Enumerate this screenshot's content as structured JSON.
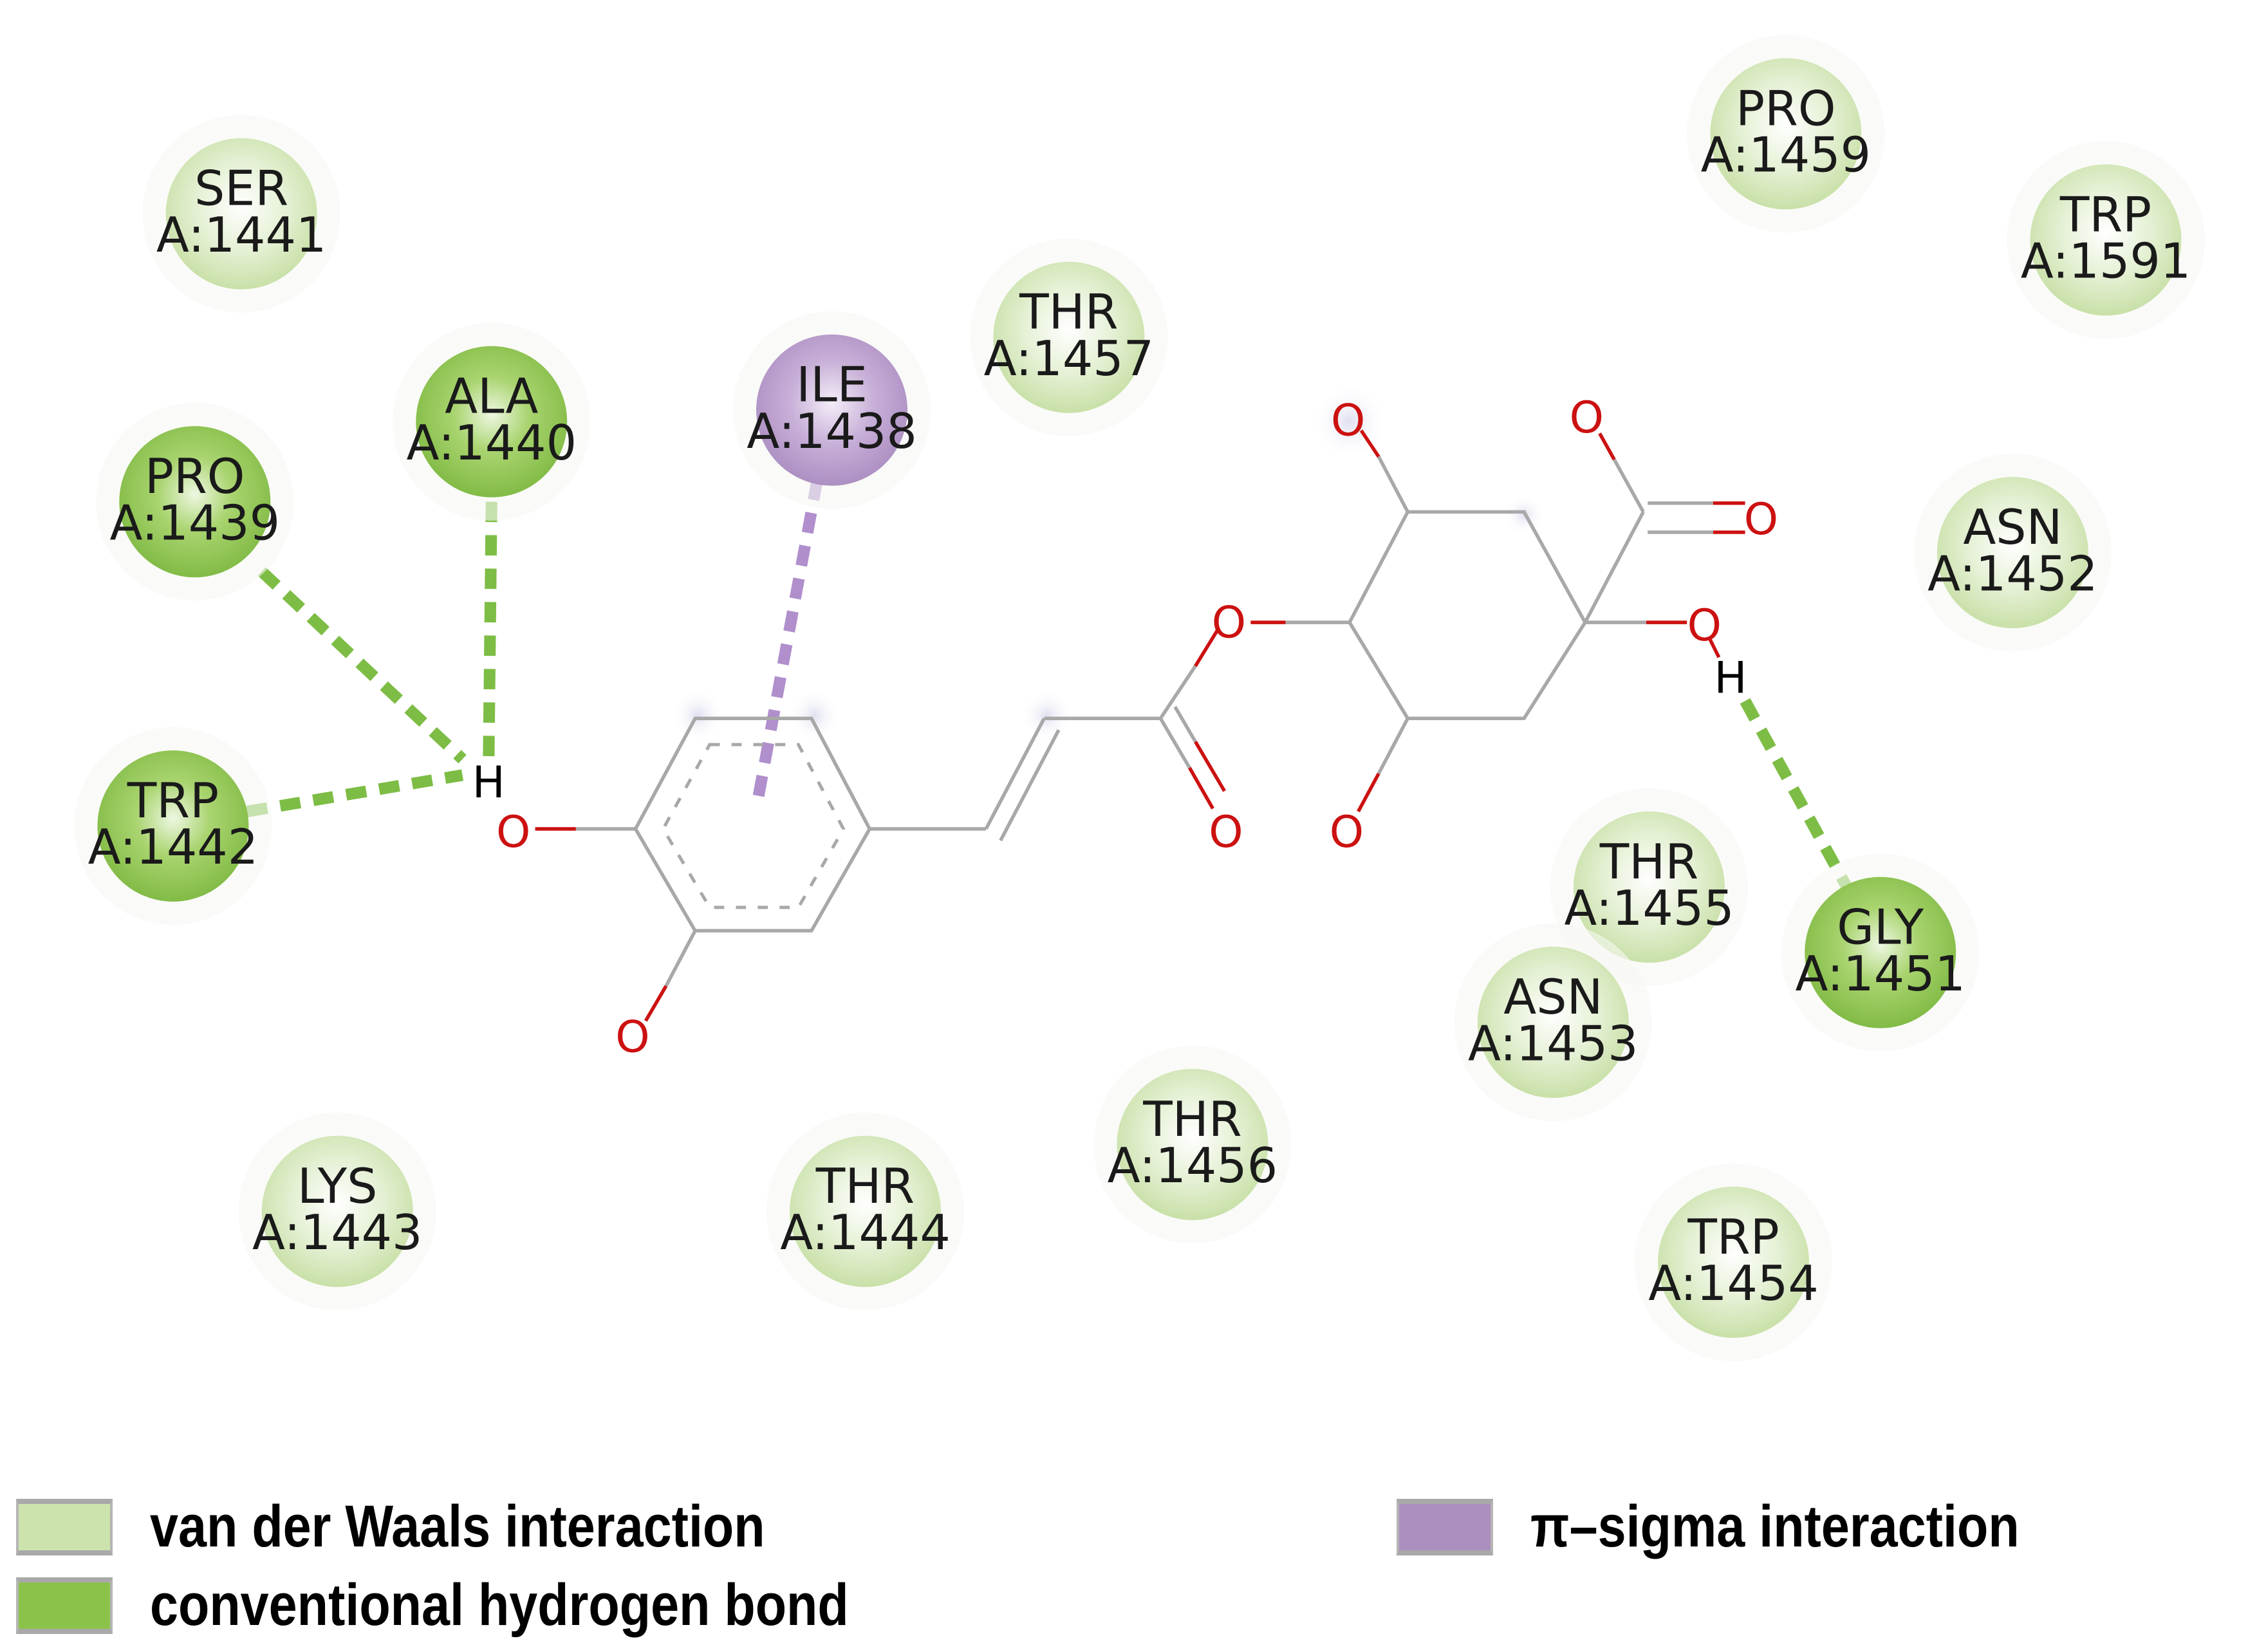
{
  "diagram": {
    "type": "2D protein-ligand interaction diagram",
    "colors": {
      "van_der_waals": "#cde3ad",
      "conventional_hydrogen_bond": "#8bc34a",
      "pi_sigma": "#ad8fbf",
      "oxygen": "#cc1111",
      "bond": "#a8a8a8"
    },
    "residues": [
      {
        "id": "ser1441",
        "name": "SER",
        "chain_pos": "A:1441",
        "interaction": "van_der_waals"
      },
      {
        "id": "ala1440",
        "name": "ALA",
        "chain_pos": "A:1440",
        "interaction": "conventional_hydrogen_bond"
      },
      {
        "id": "pro1439",
        "name": "PRO",
        "chain_pos": "A:1439",
        "interaction": "conventional_hydrogen_bond"
      },
      {
        "id": "trp1442",
        "name": "TRP",
        "chain_pos": "A:1442",
        "interaction": "conventional_hydrogen_bond"
      },
      {
        "id": "ile1438",
        "name": "ILE",
        "chain_pos": "A:1438",
        "interaction": "pi_sigma"
      },
      {
        "id": "thr1457",
        "name": "THR",
        "chain_pos": "A:1457",
        "interaction": "van_der_waals"
      },
      {
        "id": "pro1459",
        "name": "PRO",
        "chain_pos": "A:1459",
        "interaction": "van_der_waals"
      },
      {
        "id": "trp1591",
        "name": "TRP",
        "chain_pos": "A:1591",
        "interaction": "van_der_waals"
      },
      {
        "id": "asn1452",
        "name": "ASN",
        "chain_pos": "A:1452",
        "interaction": "van_der_waals"
      },
      {
        "id": "thr1455",
        "name": "THR",
        "chain_pos": "A:1455",
        "interaction": "van_der_waals"
      },
      {
        "id": "gly1451",
        "name": "GLY",
        "chain_pos": "A:1451",
        "interaction": "conventional_hydrogen_bond"
      },
      {
        "id": "asn1453",
        "name": "ASN",
        "chain_pos": "A:1453",
        "interaction": "van_der_waals"
      },
      {
        "id": "thr1456",
        "name": "THR",
        "chain_pos": "A:1456",
        "interaction": "van_der_waals"
      },
      {
        "id": "trp1454",
        "name": "TRP",
        "chain_pos": "A:1454",
        "interaction": "van_der_waals"
      },
      {
        "id": "thr1444",
        "name": "THR",
        "chain_pos": "A:1444",
        "interaction": "van_der_waals"
      },
      {
        "id": "lys1443",
        "name": "LYS",
        "chain_pos": "A:1443",
        "interaction": "van_der_waals"
      }
    ],
    "interactions": [
      {
        "from": "ala1440",
        "to": "H (phenol OH)",
        "type": "conventional_hydrogen_bond"
      },
      {
        "from": "pro1439",
        "to": "H (phenol OH)",
        "type": "conventional_hydrogen_bond"
      },
      {
        "from": "trp1442",
        "to": "H (phenol OH)",
        "type": "conventional_hydrogen_bond"
      },
      {
        "from": "ile1438",
        "to": "aromatic ring",
        "type": "pi_sigma"
      },
      {
        "from": "gly1451",
        "to": "H (quinic OH)",
        "type": "conventional_hydrogen_bond"
      }
    ],
    "atom_labels": {
      "oxygen": "O",
      "hydrogen": "H"
    }
  },
  "legend": {
    "items": [
      {
        "key": "van_der_waals",
        "label": "van der Waals interaction"
      },
      {
        "key": "conventional_hydrogen_bond",
        "label": "conventional hydrogen bond"
      },
      {
        "key": "pi_sigma",
        "label": "π–sigma interaction"
      }
    ]
  }
}
